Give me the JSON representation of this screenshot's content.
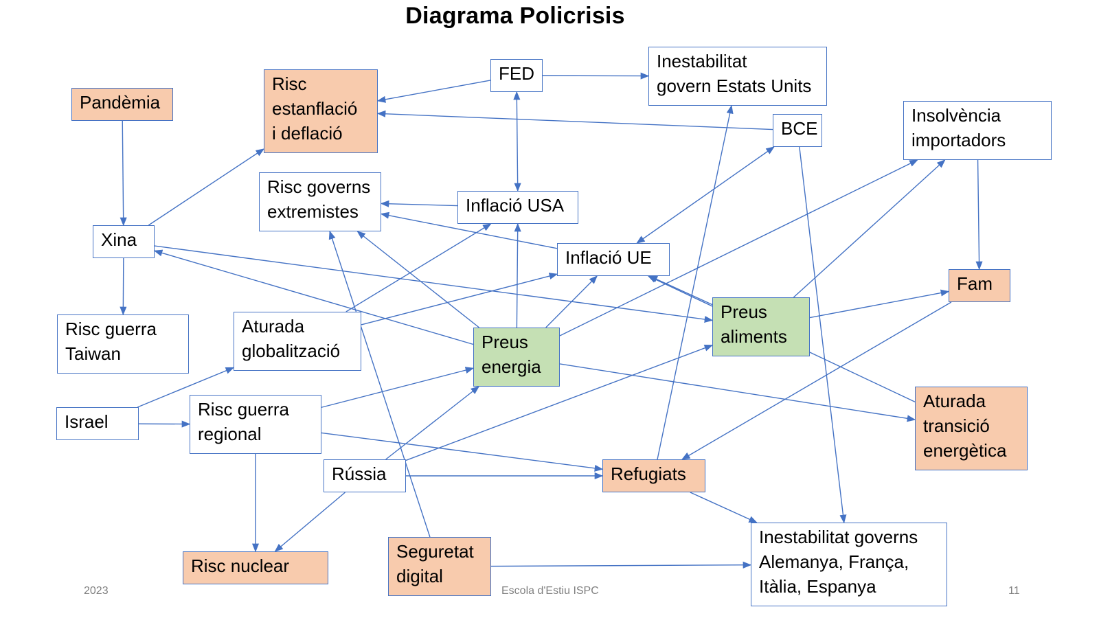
{
  "title": "Diagrama Policrisis",
  "colors": {
    "arrow": "#4472c4",
    "border": "#4472c4",
    "risk": "#f8cbad",
    "price": "#c5e0b4",
    "plain": "#ffffff"
  },
  "nodes": [
    {
      "id": "pandemia",
      "label": "Pandèmia",
      "kind": "risk"
    },
    {
      "id": "estanflacio",
      "label": "Risc\nestanflació\ni deflació",
      "kind": "risk"
    },
    {
      "id": "fed",
      "label": "FED",
      "kind": "plain"
    },
    {
      "id": "inest_usa",
      "label": "Inestabilitat\ngovern Estats Units",
      "kind": "plain"
    },
    {
      "id": "bce",
      "label": "BCE",
      "kind": "plain"
    },
    {
      "id": "insolvencia",
      "label": "Insolvència\nimportadors",
      "kind": "plain"
    },
    {
      "id": "xina",
      "label": "Xina",
      "kind": "plain"
    },
    {
      "id": "extremistes",
      "label": "Risc governs\nextremistes",
      "kind": "plain"
    },
    {
      "id": "inflacio_usa",
      "label": "Inflació USA",
      "kind": "plain"
    },
    {
      "id": "inflacio_ue",
      "label": "Inflació UE",
      "kind": "plain"
    },
    {
      "id": "fam",
      "label": "Fam",
      "kind": "risk"
    },
    {
      "id": "taiwan",
      "label": "Risc guerra\nTaiwan",
      "kind": "plain"
    },
    {
      "id": "globalitzacio",
      "label": "Aturada\nglobalització",
      "kind": "plain"
    },
    {
      "id": "energia",
      "label": "Preus\nenergia",
      "kind": "price"
    },
    {
      "id": "aliments",
      "label": "Preus\naliments",
      "kind": "price"
    },
    {
      "id": "transicio",
      "label": "Aturada\ntransició\nenergètica",
      "kind": "risk"
    },
    {
      "id": "israel",
      "label": "Israel",
      "kind": "plain"
    },
    {
      "id": "guerra_regional",
      "label": "Risc guerra\nregional",
      "kind": "plain"
    },
    {
      "id": "russia",
      "label": "Rússia",
      "kind": "plain"
    },
    {
      "id": "refugiats",
      "label": "Refugiats",
      "kind": "risk"
    },
    {
      "id": "nuclear",
      "label": "Risc nuclear",
      "kind": "risk"
    },
    {
      "id": "seguretat",
      "label": "Seguretat\ndigital",
      "kind": "risk"
    },
    {
      "id": "inest_ue",
      "label": "Inestabilitat governs\nAlemanya, França,\nItàlia, Espanya",
      "kind": "plain"
    }
  ],
  "edges": [
    {
      "from": "pandemia",
      "to": "xina"
    },
    {
      "from": "xina",
      "to": "taiwan"
    },
    {
      "from": "xina",
      "to": "estanflacio"
    },
    {
      "from": "xina",
      "to": "aliments"
    },
    {
      "from": "energia",
      "to": "xina"
    },
    {
      "from": "fed",
      "to": "estanflacio"
    },
    {
      "from": "bce",
      "to": "estanflacio"
    },
    {
      "from": "fed",
      "to": "inest_usa"
    },
    {
      "from": "fed",
      "to": "inflacio_usa",
      "both": true
    },
    {
      "from": "bce",
      "to": "inflacio_ue",
      "both": true
    },
    {
      "from": "bce",
      "to": "inest_ue"
    },
    {
      "from": "insolvencia",
      "to": "fam"
    },
    {
      "from": "inflacio_usa",
      "to": "extremistes"
    },
    {
      "from": "inflacio_ue",
      "to": "extremistes"
    },
    {
      "from": "energia",
      "to": "extremistes"
    },
    {
      "from": "seguretat",
      "to": "extremistes"
    },
    {
      "from": "energia",
      "to": "inflacio_usa"
    },
    {
      "from": "energia",
      "to": "inflacio_ue"
    },
    {
      "from": "energia",
      "to": "insolvencia"
    },
    {
      "from": "energia",
      "to": "transicio"
    },
    {
      "from": "globalitzacio",
      "to": "inflacio_usa"
    },
    {
      "from": "globalitzacio",
      "to": "inflacio_ue"
    },
    {
      "from": "aliments",
      "to": "inflacio_ue"
    },
    {
      "from": "aliments",
      "to": "insolvencia"
    },
    {
      "from": "aliments",
      "to": "fam"
    },
    {
      "from": "transicio",
      "to": "inflacio_ue"
    },
    {
      "from": "israel",
      "to": "globalitzacio"
    },
    {
      "from": "israel",
      "to": "guerra_regional"
    },
    {
      "from": "guerra_regional",
      "to": "energia"
    },
    {
      "from": "guerra_regional",
      "to": "refugiats"
    },
    {
      "from": "guerra_regional",
      "to": "nuclear"
    },
    {
      "from": "russia",
      "to": "energia"
    },
    {
      "from": "russia",
      "to": "aliments"
    },
    {
      "from": "russia",
      "to": "refugiats"
    },
    {
      "from": "russia",
      "to": "nuclear"
    },
    {
      "from": "refugiats",
      "to": "inest_usa"
    },
    {
      "from": "refugiats",
      "to": "inest_ue"
    },
    {
      "from": "fam",
      "to": "refugiats"
    },
    {
      "from": "seguretat",
      "to": "inest_ue"
    }
  ],
  "footer": {
    "left": "2023",
    "center": "Escola d'Estiu ISPC",
    "right": "11"
  }
}
